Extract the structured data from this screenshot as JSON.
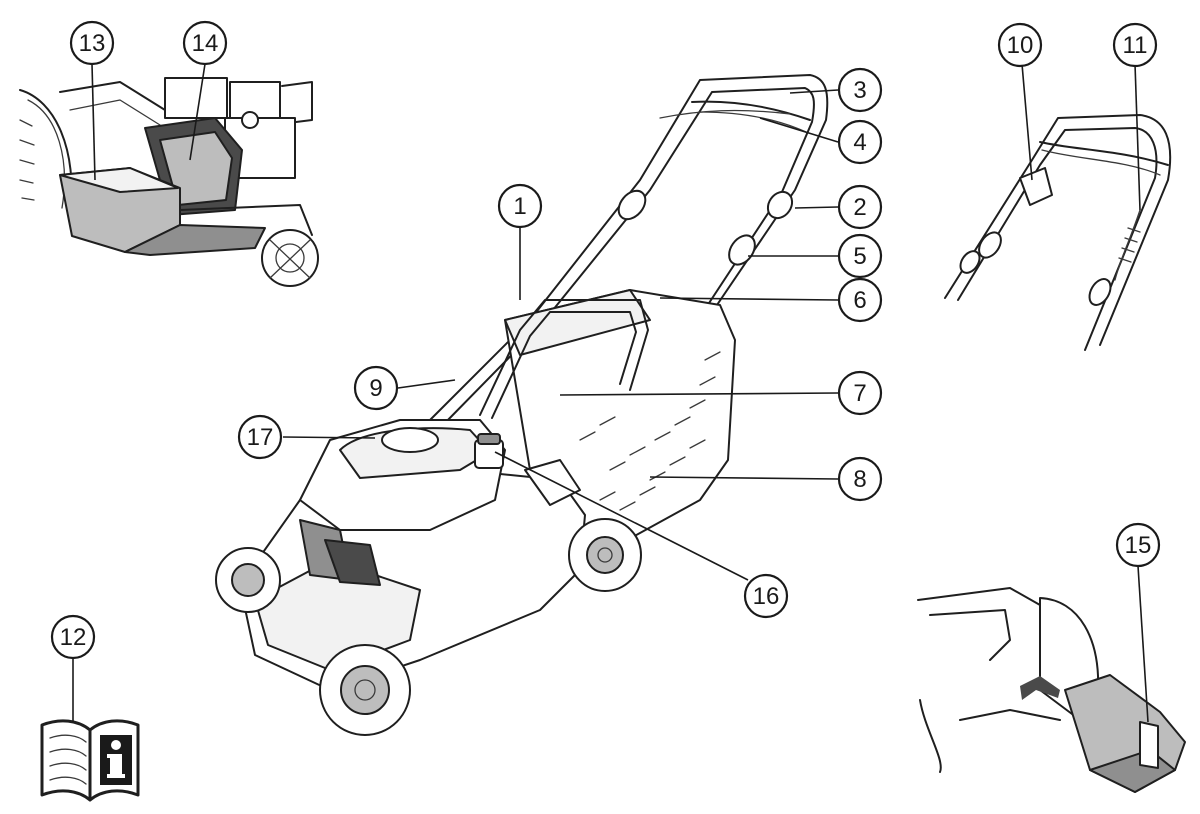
{
  "callouts": [
    {
      "id": "c1",
      "label": "1"
    },
    {
      "id": "c2",
      "label": "2"
    },
    {
      "id": "c3",
      "label": "3"
    },
    {
      "id": "c4",
      "label": "4"
    },
    {
      "id": "c5",
      "label": "5"
    },
    {
      "id": "c6",
      "label": "6"
    },
    {
      "id": "c7",
      "label": "7"
    },
    {
      "id": "c8",
      "label": "8"
    },
    {
      "id": "c9",
      "label": "9"
    },
    {
      "id": "c10",
      "label": "10"
    },
    {
      "id": "c11",
      "label": "11"
    },
    {
      "id": "c12",
      "label": "12"
    },
    {
      "id": "c13",
      "label": "13"
    },
    {
      "id": "c14",
      "label": "14"
    },
    {
      "id": "c15",
      "label": "15"
    },
    {
      "id": "c16",
      "label": "16"
    },
    {
      "id": "c17",
      "label": "17"
    }
  ],
  "icons": {
    "manual": "manual-book-info-icon"
  }
}
